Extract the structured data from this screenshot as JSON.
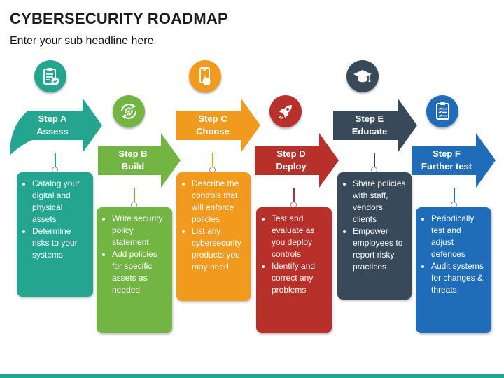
{
  "title": "CYBERSECURITY ROADMAP",
  "subtitle": "Enter your sub headline here",
  "colors": {
    "A": "#23a58f",
    "B": "#72b543",
    "C": "#f29a1e",
    "D": "#b7302a",
    "E": "#38495a",
    "F": "#1f6cb8",
    "bottom_bar": "#23a58f"
  },
  "steps": [
    {
      "id": "A",
      "line1": "Step A",
      "line2": "Assess",
      "icon": "clipboard-check-icon",
      "bullets": [
        "Catalog your digital and physical assets",
        "Determine risks to your systems"
      ]
    },
    {
      "id": "B",
      "line1": "Step B",
      "line2": "Build",
      "icon": "gear-cycle-icon",
      "bullets": [
        "Write security policy statement",
        "Add policies for specific assets as needed"
      ]
    },
    {
      "id": "C",
      "line1": "Step C",
      "line2": "Choose",
      "icon": "smartphone-touch-icon",
      "bullets": [
        "Describe the controls that will enforce policies",
        "List any cybersecurity products you may need"
      ]
    },
    {
      "id": "D",
      "line1": "Step D",
      "line2": "Deploy",
      "icon": "rocket-icon",
      "bullets": [
        "Test and evaluate as you deploy controls",
        "Identify and correct any problems"
      ]
    },
    {
      "id": "E",
      "line1": "Step E",
      "line2": "Educate",
      "icon": "graduation-cap-icon",
      "bullets": [
        "Share policies with staff, vendors, clients",
        "Empower employees to report risky practices"
      ]
    },
    {
      "id": "F",
      "line1": "Step F",
      "line2": "Further test",
      "icon": "checklist-icon",
      "bullets": [
        "Periodically test and adjust defences",
        "Audit systems for changes & threats"
      ]
    }
  ]
}
